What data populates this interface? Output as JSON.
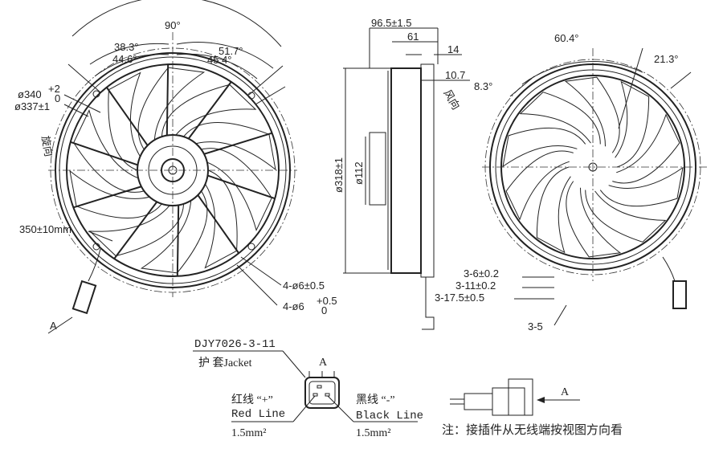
{
  "front_view": {
    "angle_total": "90°",
    "angle_a1": "38.3°",
    "angle_a2": "44.6°",
    "angle_b1": "51.7°",
    "angle_b2": "45.4°",
    "dia_outer": "ø340",
    "dia_outer_tol_upper": "+2",
    "dia_outer_tol_lower": "0",
    "dia_inner": "ø337±1",
    "rotation_label": "旋向",
    "cable_length": "350±10mm",
    "holes_1": "4-ø6±0.5",
    "holes_2": "4-ø6",
    "holes_2_tol_upper": "+0.5",
    "holes_2_tol_lower": "0",
    "view_arrow": "A"
  },
  "side_view": {
    "depth_total": "96.5±1.5",
    "depth_61": "61",
    "depth_14": "14",
    "depth_10_7": "10.7",
    "dia_318": "ø318±1",
    "dia_112": "ø112",
    "airflow_label": "风向"
  },
  "rear_view": {
    "angle_60_4": "60.4°",
    "angle_21_3": "21.3°",
    "angle_8_3": "8.3°",
    "holes_a": "3-6±0.2",
    "holes_b": "3-11±0.2",
    "holes_c": "3-17.5±0.5",
    "holes_d": "3-5"
  },
  "connector": {
    "model": "DJY7026-3-11",
    "jacket": "护 套Jacket",
    "view_label": "A",
    "red_cn": "红线 “+”",
    "red_en": "Red Line",
    "red_size": "1.5mm²",
    "black_cn": "黑线 “-”",
    "black_en": "Black Line",
    "black_size": "1.5mm²",
    "side_arrow": "A",
    "note": "注：接插件从无线端按视图方向看"
  }
}
